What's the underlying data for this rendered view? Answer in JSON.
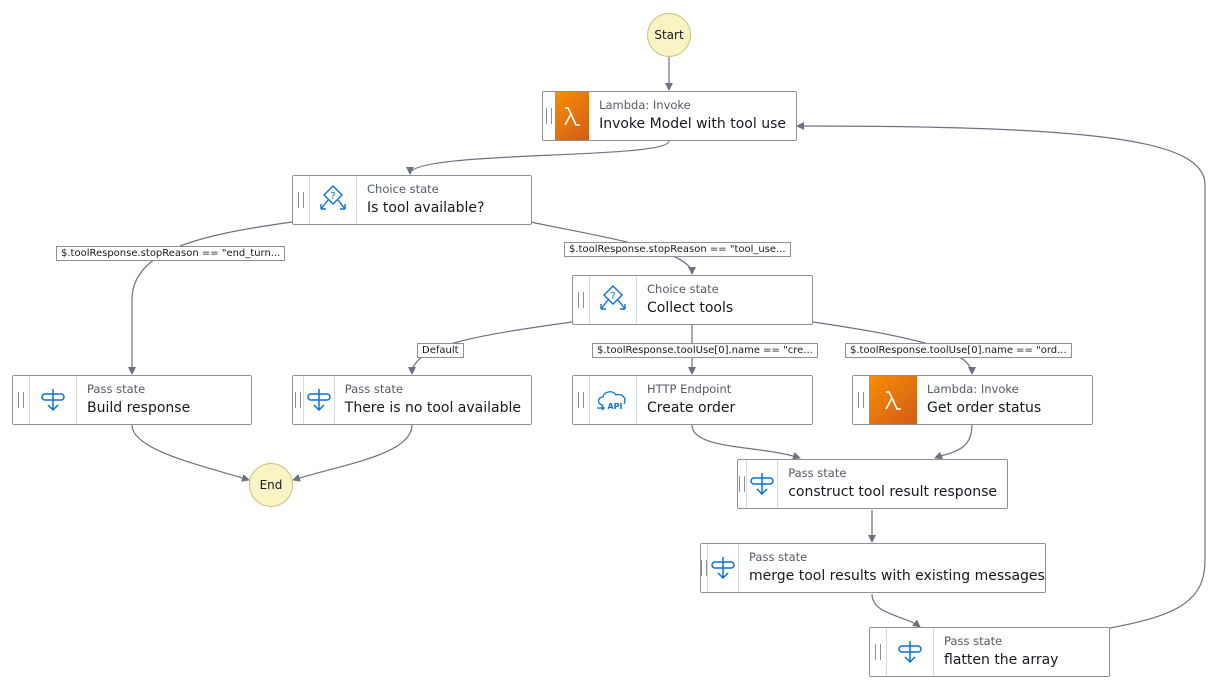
{
  "colors": {
    "edge": "#6b7280",
    "lambda_start": "#f78e04",
    "lambda_end": "#d05c17",
    "pass_icon": "#0972d3",
    "terminal_fill": "#faf3c4"
  },
  "terminals": {
    "start": "Start",
    "end": "End"
  },
  "states": {
    "invoke_model": {
      "type": "Lambda: Invoke",
      "title": "Invoke Model with tool use",
      "icon": "lambda-icon"
    },
    "is_tool_available": {
      "type": "Choice state",
      "title": "Is tool available?",
      "icon": "choice-icon"
    },
    "collect_tools": {
      "type": "Choice state",
      "title": "Collect tools",
      "icon": "choice-icon"
    },
    "build_response": {
      "type": "Pass state",
      "title": "Build response",
      "icon": "pass-icon"
    },
    "no_tool": {
      "type": "Pass state",
      "title": "There is no tool available",
      "icon": "pass-icon"
    },
    "create_order": {
      "type": "HTTP Endpoint",
      "title": "Create order",
      "icon": "api-icon"
    },
    "get_order_status": {
      "type": "Lambda: Invoke",
      "title": "Get order status",
      "icon": "lambda-icon"
    },
    "construct_result": {
      "type": "Pass state",
      "title": "construct tool result response",
      "icon": "pass-icon"
    },
    "merge_results": {
      "type": "Pass state",
      "title": "merge tool results with existing messages",
      "icon": "pass-icon"
    },
    "flatten": {
      "type": "Pass state",
      "title": "flatten the array",
      "icon": "pass-icon"
    }
  },
  "edge_labels": {
    "end_turn": "$.toolResponse.stopReason == \"end_turn...",
    "tool_use": "$.toolResponse.stopReason == \"tool_use...",
    "default": "Default",
    "create": "$.toolResponse.toolUse[0].name == \"cre...",
    "order": "$.toolResponse.toolUse[0].name == \"ord..."
  }
}
